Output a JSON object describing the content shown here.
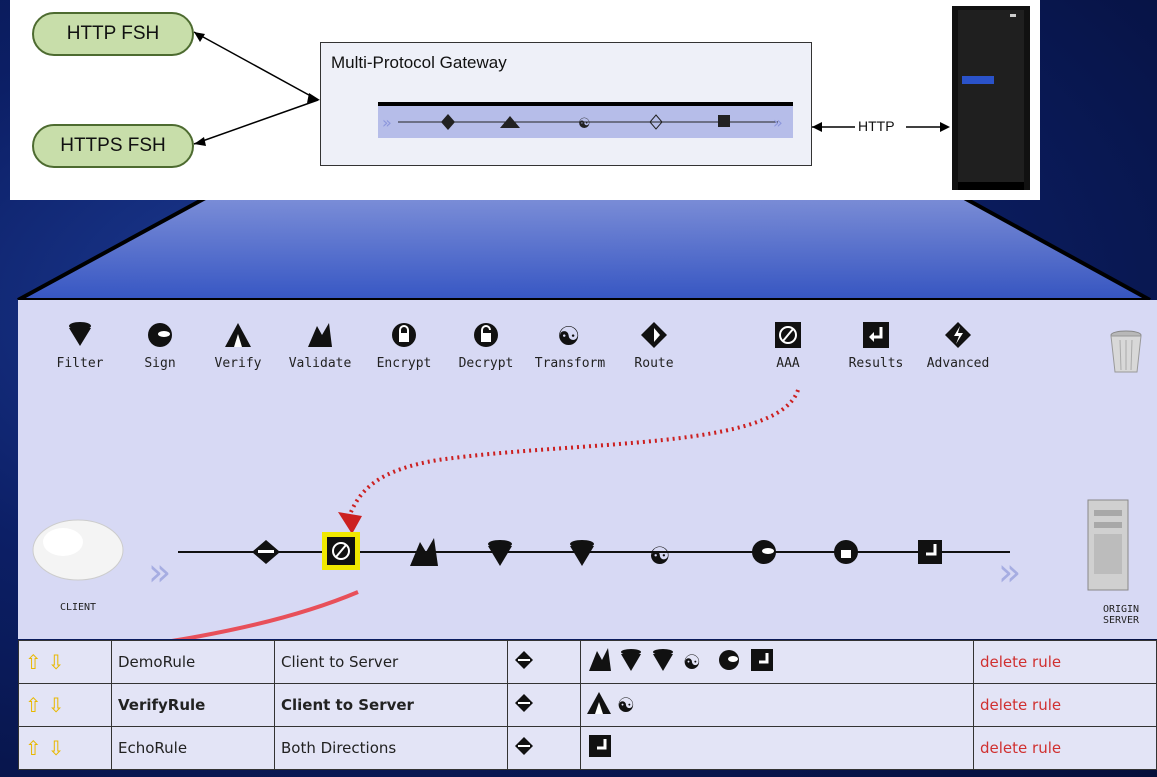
{
  "top": {
    "fsh_http": "HTTP FSH",
    "fsh_https": "HTTPS FSH",
    "gateway_title": "Multi-Protocol Gateway",
    "http_label": "HTTP"
  },
  "toolbar": {
    "items": [
      {
        "label": "Filter",
        "icon": "filter-icon"
      },
      {
        "label": "Sign",
        "icon": "sign-icon"
      },
      {
        "label": "Verify",
        "icon": "verify-icon"
      },
      {
        "label": "Validate",
        "icon": "validate-icon"
      },
      {
        "label": "Encrypt",
        "icon": "encrypt-icon"
      },
      {
        "label": "Decrypt",
        "icon": "decrypt-icon"
      },
      {
        "label": "Transform",
        "icon": "transform-icon"
      },
      {
        "label": "Route",
        "icon": "route-icon"
      },
      {
        "label": "AAA",
        "icon": "aaa-icon"
      },
      {
        "label": "Results",
        "icon": "results-icon"
      },
      {
        "label": "Advanced",
        "icon": "advanced-icon"
      }
    ]
  },
  "pipeline": {
    "client_label": "CLIENT",
    "origin_label_1": "ORIGIN",
    "origin_label_2": "SERVER"
  },
  "rules": [
    {
      "name": "DemoRule",
      "direction": "Client to Server",
      "bold": false,
      "actions": [
        "validate",
        "filter",
        "filter",
        "transform",
        "sign",
        "results"
      ],
      "delete": "delete rule"
    },
    {
      "name": "VerifyRule",
      "direction": "Client to Server",
      "bold": true,
      "actions": [
        "verify",
        "transform"
      ],
      "delete": "delete rule"
    },
    {
      "name": "EchoRule",
      "direction": "Both Directions",
      "bold": false,
      "actions": [
        "results"
      ],
      "delete": "delete rule"
    }
  ],
  "colors": {
    "background": "#0c1f66",
    "editor": "#d7d9f4",
    "fsh": "#c8deaa",
    "delete": "#d03030",
    "highlight": "#f0e800",
    "curve": "#e8505a",
    "dotted": "#cc2020"
  }
}
